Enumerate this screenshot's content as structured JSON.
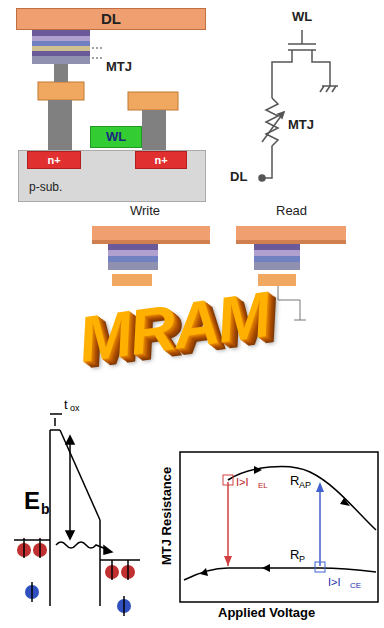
{
  "diagram": {
    "nodes": [
      {
        "text": [
          "DL"
        ]
      },
      {
        "text": [
          "WL"
        ]
      },
      {
        "text": [
          "p-sub."
        ]
      },
      {
        "text": [
          "n+"
        ],
        "in": 2
      },
      {
        "text": [
          "n+"
        ],
        "in": 2
      }
    ],
    "labels": [
      "MTJ",
      "WL",
      "MTJ",
      "DL",
      "Write",
      "Read",
      "MRAM",
      "t",
      "ox",
      "E",
      "b",
      "MTJ Resistance",
      "R",
      "AP",
      "R",
      "P",
      "I>I",
      "EL",
      "I>I",
      "CE",
      "Applied Voltage"
    ]
  }
}
